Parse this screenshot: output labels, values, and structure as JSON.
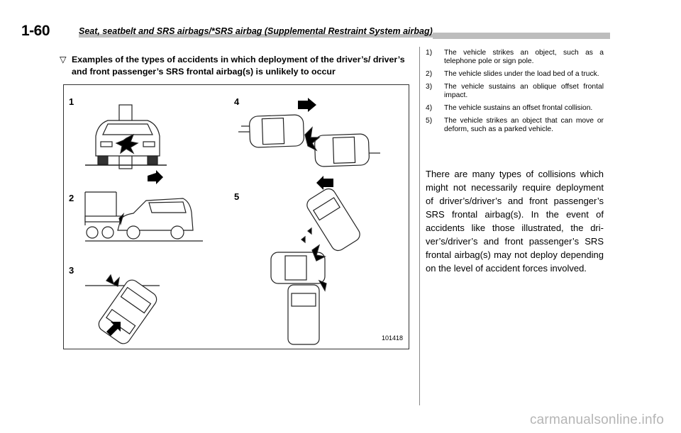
{
  "header": {
    "page_number": "1-60",
    "chapter_title": "Seat, seatbelt and SRS airbags/*SRS airbag (Supplemental Restraint System airbag)"
  },
  "section": {
    "marker": "▽",
    "heading": "Examples of the types of accidents in which deployment of the driver’s/ driver’s and front passenger’s SRS frontal airbag(s) is unlikely to occur"
  },
  "figure": {
    "labels": [
      "1",
      "2",
      "3",
      "4",
      "5"
    ],
    "id": "101418"
  },
  "list": [
    {
      "num": "1)",
      "text": "The vehicle strikes an object, such as a telephone pole or sign pole."
    },
    {
      "num": "2)",
      "text": "The vehicle slides under the load bed of a truck."
    },
    {
      "num": "3)",
      "text": "The vehicle sustains an oblique offset frontal impact."
    },
    {
      "num": "4)",
      "text": "The vehicle sustains an offset frontal collision."
    },
    {
      "num": "5)",
      "text": "The vehicle strikes an object that can move or deform, such as a parked vehicle."
    }
  ],
  "paragraph": "There are many types of collisions which might not necessarily require deployment of driver’s/driver’s and front passenger’s SRS frontal airbag(s). In the event of accidents like those illustrated, the dri­ver’s/driver’s and front passenger’s SRS frontal airbag(s) may not deploy depend­ing on the level of accident forces in­volved.",
  "watermark": "carmanualsonline.info"
}
